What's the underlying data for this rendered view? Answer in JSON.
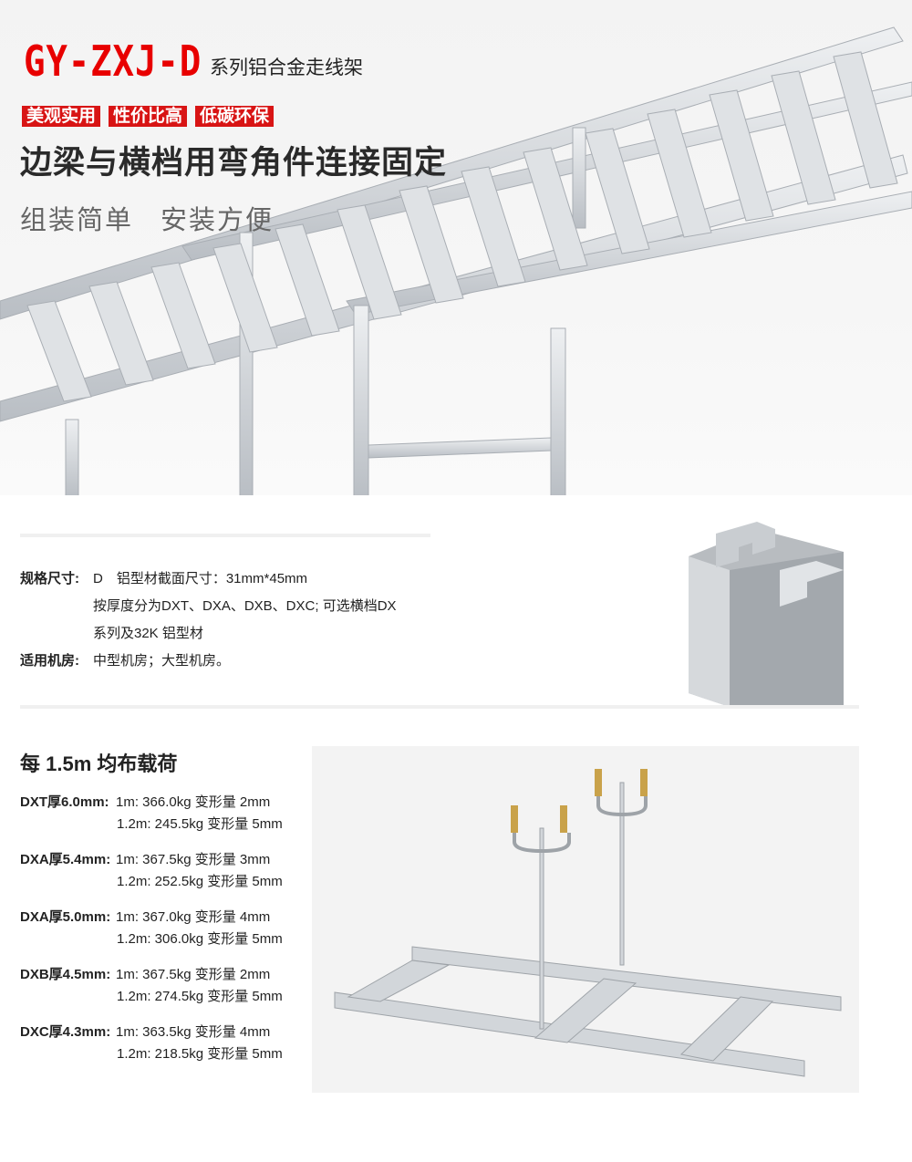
{
  "hero": {
    "model": "GY-ZXJ-D",
    "series": "系列铝合金走线架",
    "tags": [
      "美观实用",
      "性价比高",
      "低碳环保"
    ],
    "headline": "边梁与横档用弯角件连接固定",
    "subtitle": [
      "组装简单",
      "安装方便"
    ]
  },
  "spec": {
    "size_label": "规格尺寸:",
    "size_lines": [
      "D　铝型材截面尺寸：31mm*45mm",
      "按厚度分为DXT、DXA、DXB、DXC; 可选横档DX",
      "系列及32K 铝型材"
    ],
    "room_label": "适用机房:",
    "room_value": "中型机房；大型机房。"
  },
  "load": {
    "title": "每 1.5m 均布载荷",
    "groups": [
      {
        "label": "DXT厚6.0mm:",
        "l1": "1m: 366.0kg 变形量 2mm",
        "l2": "1.2m: 245.5kg 变形量 5mm"
      },
      {
        "label": "DXA厚5.4mm:",
        "l1": "1m: 367.5kg 变形量 3mm",
        "l2": "1.2m: 252.5kg 变形量 5mm"
      },
      {
        "label": "DXA厚5.0mm:",
        "l1": "1m: 367.0kg 变形量 4mm",
        "l2": "1.2m: 306.0kg 变形量 5mm"
      },
      {
        "label": "DXB厚4.5mm:",
        "l1": "1m: 367.5kg 变形量 2mm",
        "l2": "1.2m: 274.5kg 变形量 5mm"
      },
      {
        "label": "DXC厚4.3mm:",
        "l1": "1m: 363.5kg 变形量 4mm",
        "l2": "1.2m: 218.5kg 变形量 5mm"
      }
    ]
  },
  "colors": {
    "accent": "#e80000",
    "tag_bg": "#d81414"
  }
}
